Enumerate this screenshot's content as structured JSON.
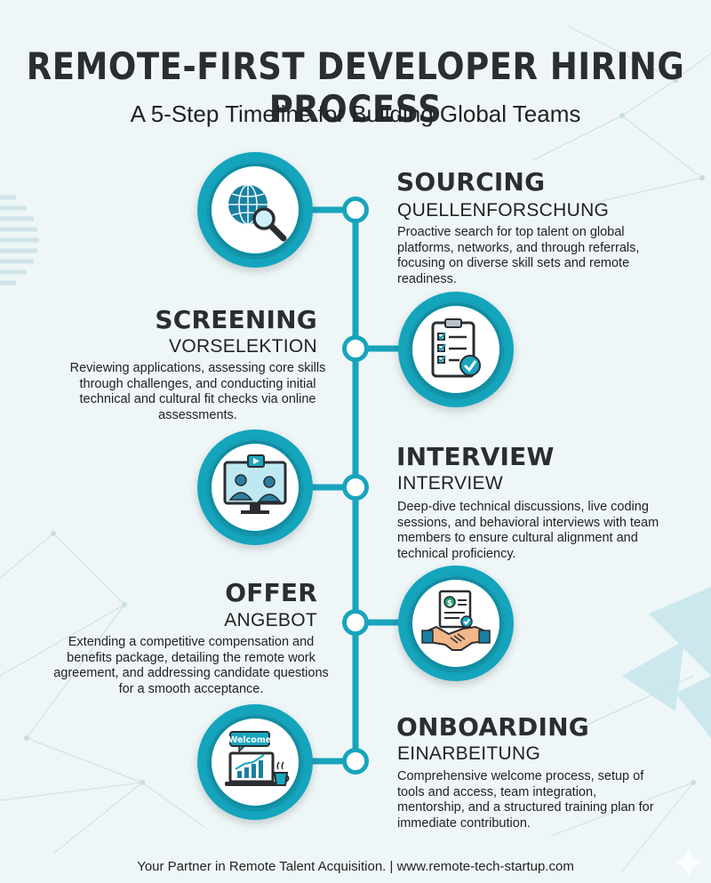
{
  "header": {
    "title": "REMOTE-FIRST DEVELOPER HIRING PROCESS",
    "subtitle": "A 5-Step Timeline for Building Global Teams"
  },
  "colors": {
    "accent": "#18a4bc",
    "accent_dark": "#0e8ea4",
    "background": "#eef6f8",
    "text": "#2a2d31"
  },
  "steps": [
    {
      "title": "SOURCING",
      "subtitle": "QUELLENFORSCHUNG",
      "description": "Proactive search for top talent on global platforms, networks, and through referrals, focusing on diverse skill sets and remote readiness.",
      "icon": "globe-magnifier-icon"
    },
    {
      "title": "SCREENING",
      "subtitle": "VORSELEKTION",
      "description": "Reviewing applications, assessing core skills through challenges, and conducting initial technical and cultural fit checks via online assessments.",
      "icon": "clipboard-checklist-icon"
    },
    {
      "title": "INTERVIEW",
      "subtitle": "INTERVIEW",
      "description": "Deep-dive technical discussions, live coding sessions, and behavioral interviews with team members to ensure cultural alignment and technical proficiency.",
      "icon": "video-call-icon"
    },
    {
      "title": "OFFER",
      "subtitle": "ANGEBOT",
      "description": "Extending a competitive compensation and benefits package, detailing the remote work agreement, and addressing candidate questions for a smooth acceptance.",
      "icon": "handshake-contract-icon"
    },
    {
      "title": "ONBOARDING",
      "subtitle": "EINARBEITUNG",
      "description": "Comprehensive welcome process, setup of tools and access, team integration, mentorship, and a structured training plan for immediate contribution.",
      "icon": "laptop-welcome-icon",
      "icon_text": "Welcome"
    }
  ],
  "footer": {
    "text": "Your Partner in Remote Talent Acquisition. | www.remote-tech-startup.com"
  }
}
